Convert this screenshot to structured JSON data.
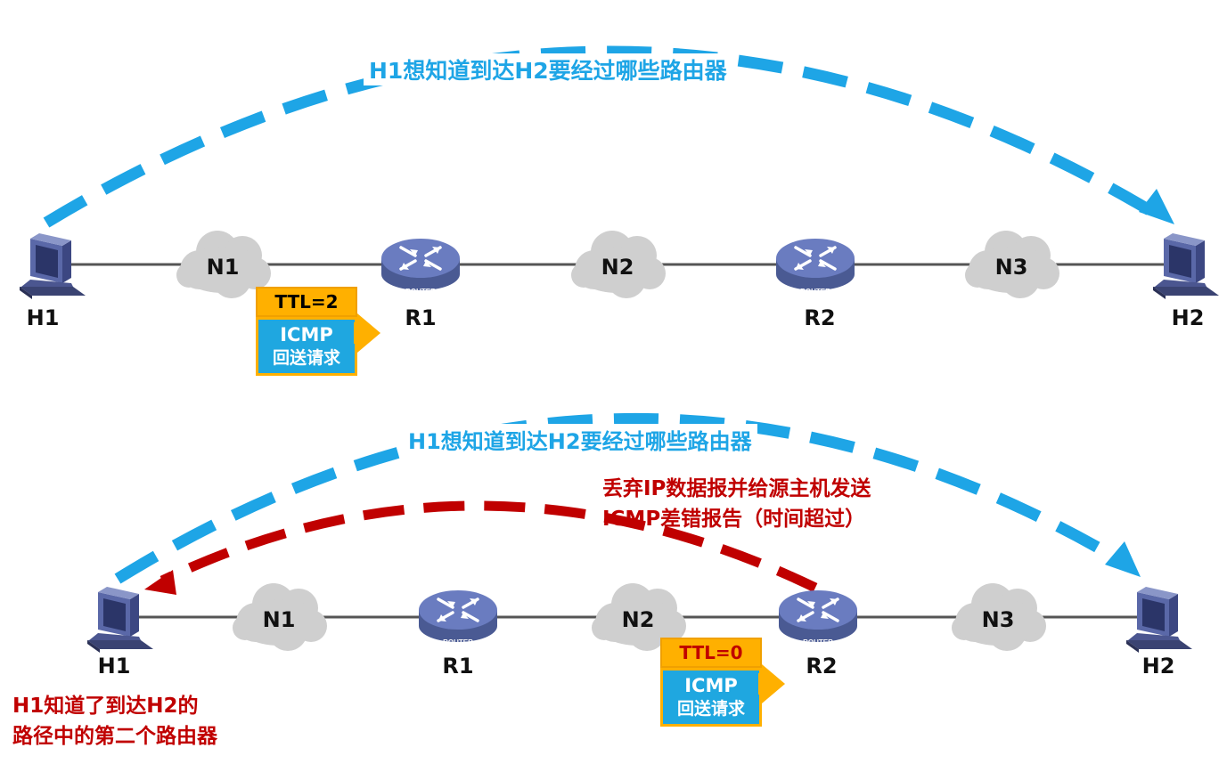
{
  "panels": [
    {
      "title": "H1想知道到达H2要经过哪些路由器",
      "nodes": {
        "h1": "H1",
        "n1": "N1",
        "r1": "R1",
        "n2": "N2",
        "r2": "R2",
        "n3": "N3",
        "h2": "H2"
      },
      "router_text": "ROUTER",
      "packet": {
        "ttl": "TTL=2",
        "line1": "ICMP",
        "line2": "回送请求"
      }
    },
    {
      "title": "H1想知道到达H2要经过哪些路由器",
      "nodes": {
        "h1": "H1",
        "n1": "N1",
        "r1": "R1",
        "n2": "N2",
        "r2": "R2",
        "n3": "N3",
        "h2": "H2"
      },
      "router_text": "ROUTER",
      "packet": {
        "ttl": "TTL=0",
        "line1": "ICMP",
        "line2": "回送请求"
      },
      "discard_note": [
        "丢弃IP数据报并给源主机发送",
        "ICMP差错报告（时间超过）"
      ],
      "result_note": [
        "H1知道了到达H2的",
        "路径中的第二个路由器"
      ]
    }
  ],
  "colors": {
    "blue": "#1ea5e6",
    "red": "#c00000",
    "packet_orange": "#ffb000",
    "packet_blue": "#1fa7e0"
  }
}
